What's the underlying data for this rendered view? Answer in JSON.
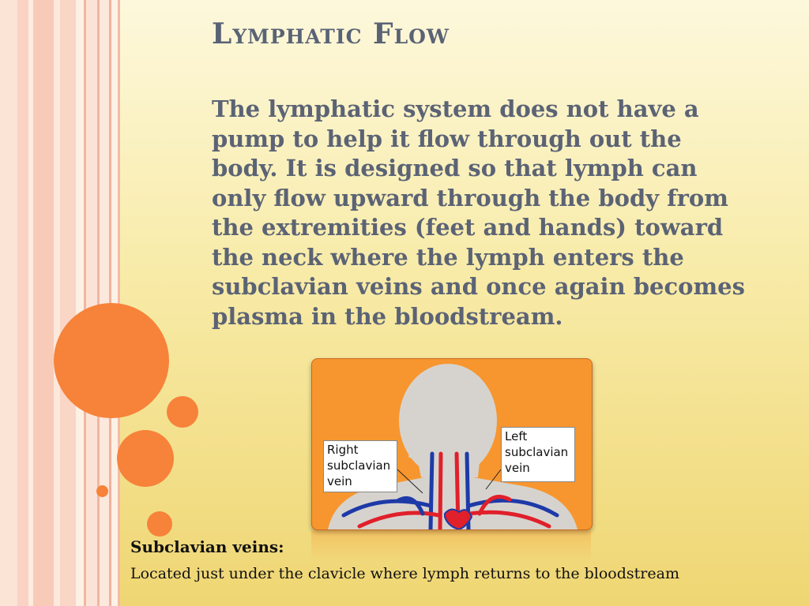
{
  "slide": {
    "title": "Lymphatic Flow",
    "body": "The lymphatic system does not have a pump to help it flow through out the body. It is designed so that lymph can only flow upward through the body from the extremities (feet and hands) toward the neck where the lymph enters the subclavian veins and once again becomes plasma in the bloodstream.",
    "diagram": {
      "right_label": "Right subclavian vein",
      "left_label": "Left subclavian vein"
    },
    "term": {
      "heading": "Subclavian veins:",
      "definition": "Located just under the clavicle where lymph returns to the bloodstream"
    }
  },
  "colors": {
    "accent_orange": "#f7823a",
    "title_color": "#5a6375",
    "body_color": "#5b6375",
    "diagram_background": "#f7962e",
    "vein_blue": "#1e3aa8",
    "artery_red": "#e0202a"
  }
}
